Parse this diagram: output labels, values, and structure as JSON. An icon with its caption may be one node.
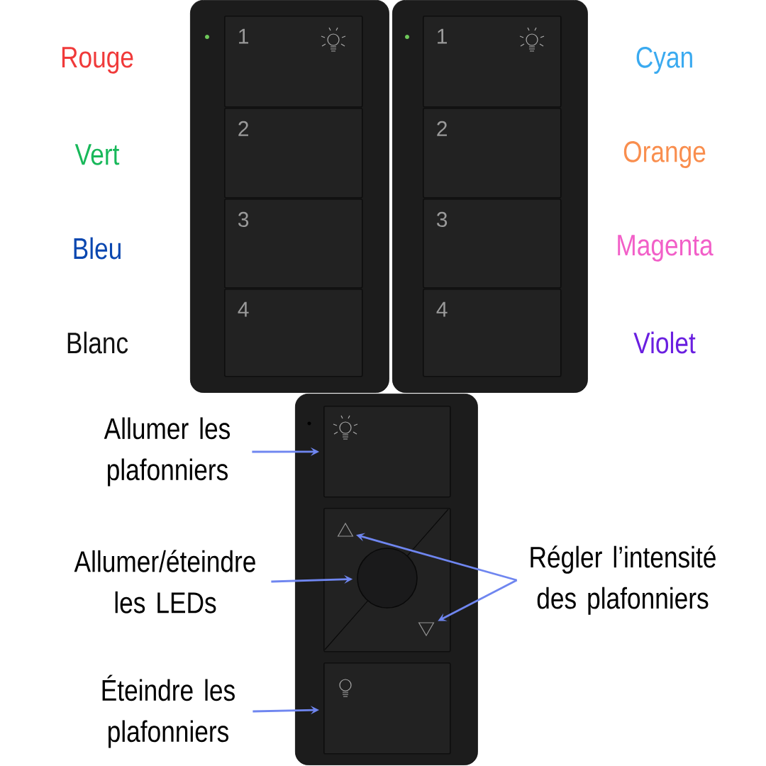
{
  "diagram": {
    "nodes": [
      {
        "text": [],
        "shape": "box"
      },
      {
        "text": [
          "1"
        ],
        "in": 0
      },
      {
        "text": [
          "2"
        ],
        "in": 0
      },
      {
        "text": [
          "3"
        ],
        "in": 0
      },
      {
        "text": [
          "4"
        ],
        "in": 0
      },
      {
        "text": [],
        "shape": "box"
      },
      {
        "text": [
          "1"
        ],
        "in": 5
      },
      {
        "text": [
          "2"
        ],
        "in": 5
      },
      {
        "text": [
          "3"
        ],
        "in": 5
      },
      {
        "text": [
          "4"
        ],
        "in": 5
      },
      {
        "text": [],
        "shape": "box"
      },
      {
        "text": [],
        "shape": "box",
        "in": 10
      },
      {
        "text": [],
        "shape": "box",
        "in": 10
      },
      {
        "text": [],
        "shape": "triangle",
        "in": 12
      },
      {
        "text": [],
        "shape": "circle",
        "in": 12
      },
      {
        "text": [],
        "shape": "triangle",
        "in": 12
      },
      {
        "text": [],
        "shape": "box",
        "in": 10
      },
      {
        "text": [
          "Allumer les plafonniers"
        ]
      },
      {
        "text": [
          "Allumer/éteindre les LEDs"
        ]
      },
      {
        "text": [
          "Régler l’intensité des plafonniers"
        ]
      },
      {
        "text": [
          "Éteindre les plafonniers"
        ]
      }
    ],
    "edges": [
      {
        "from": 17,
        "to": 11,
        "arrow": "to"
      },
      {
        "from": 18,
        "to": 14,
        "arrow": "to"
      },
      {
        "from": 19,
        "to": 13,
        "arrow": "to"
      },
      {
        "from": 19,
        "to": 15,
        "arrow": "to"
      },
      {
        "from": 20,
        "to": 16,
        "arrow": "to"
      }
    ],
    "labels": [
      "Rouge",
      "Cyan",
      "Vert",
      "Orange",
      "Bleu",
      "Magenta",
      "Blanc",
      "Violet"
    ]
  }
}
